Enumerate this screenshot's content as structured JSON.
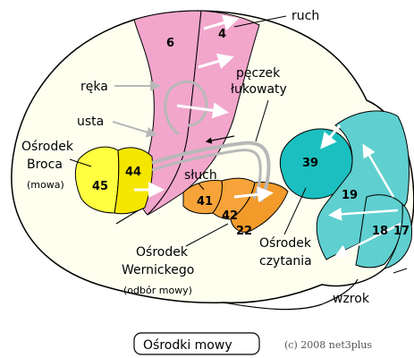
{
  "labels": {
    "ruch": "ruch",
    "reka": "ręka",
    "usta": "usta",
    "peczek_1": "pęczek",
    "peczek_2": "łukowaty",
    "broca_1": "Ośrodek",
    "broca_2": "Broca",
    "broca_3": "(mowa)",
    "sluch": "słuch",
    "wernicke_1": "Ośrodek",
    "wernicke_2": "Wernickego",
    "wernicke_3": "(odbór mowy)",
    "czytania_1": "Ośrodek",
    "czytania_2": "czytania",
    "wzrok": "wzrok"
  },
  "areas": {
    "a4": "4",
    "a6": "6",
    "a44": "44",
    "a45": "45",
    "a41": "41",
    "a42": "42",
    "a22": "22",
    "a39": "39",
    "a19": "19",
    "a18": "18",
    "a17": "17"
  },
  "caption": "Ośrodki mowy",
  "credit": "(c) 2008 net3plus",
  "colors": {
    "brain": "#fffff0",
    "outline": "#000000",
    "motor": "#f2a6cc",
    "broca_44": "#f5e600",
    "broca_45": "#ffff40",
    "auditory": "#f6a43a",
    "angular": "#1bbfbf",
    "visual": "#5fcfcf",
    "arrow_white": "#ffffff",
    "arrow_grey": "#b8b8b8"
  }
}
